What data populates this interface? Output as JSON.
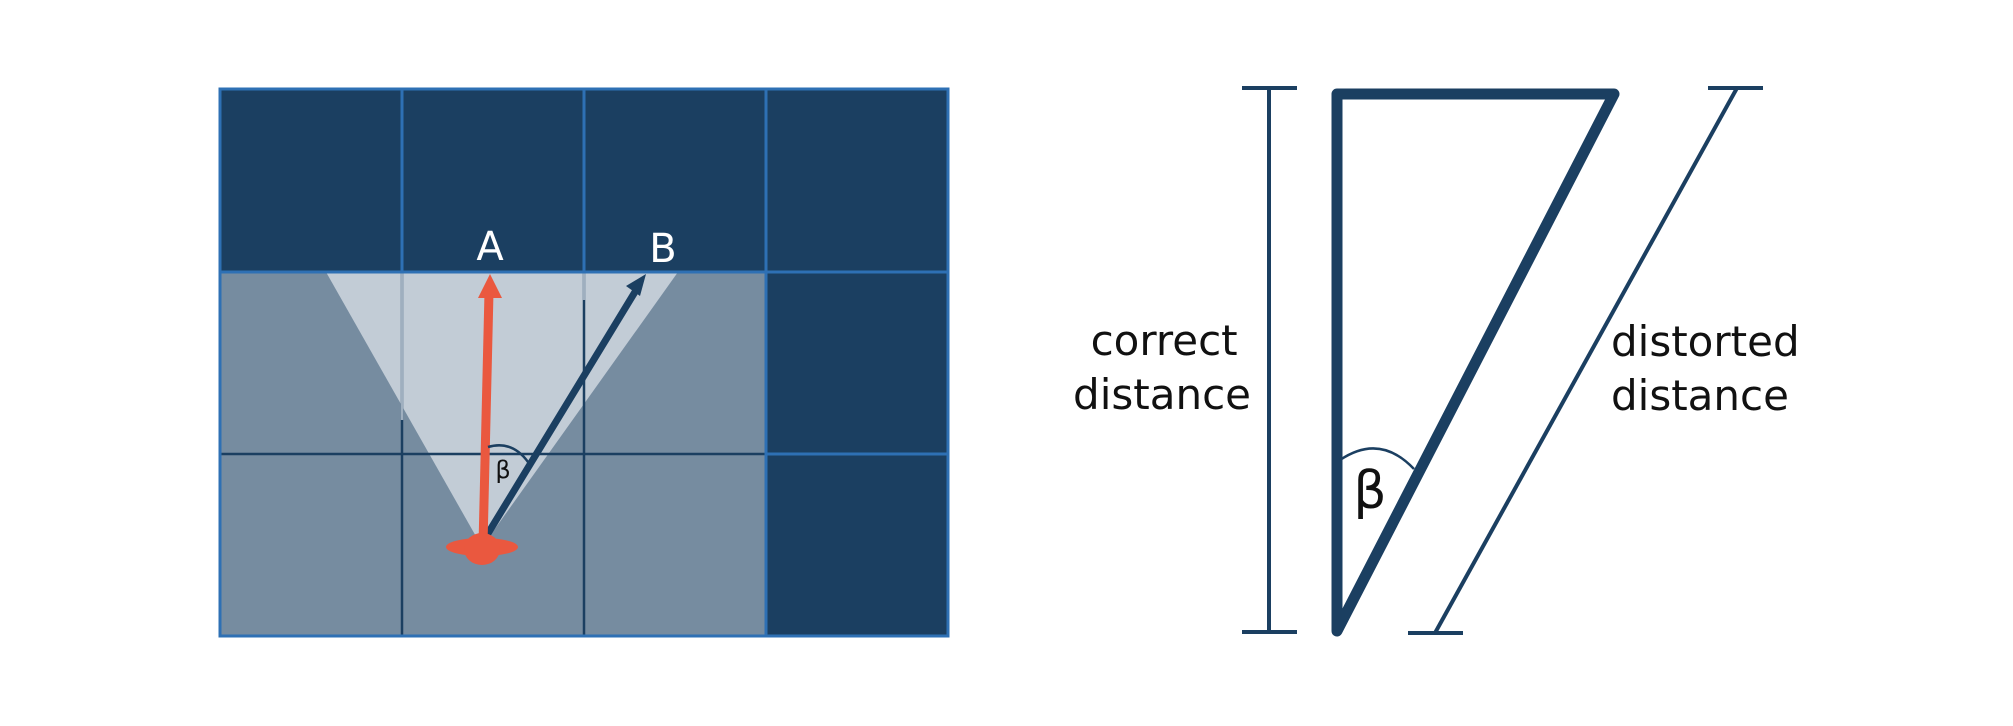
{
  "left_panel": {
    "label_a": "A",
    "label_b": "B",
    "angle_label": "β",
    "colors": {
      "wall": "#1b3f61",
      "floor": "#768ca0",
      "grid_line": "#1b3f61",
      "wall_border": "#2e70b4",
      "fov_cone": "#c2ccd6",
      "player": "#ea583f",
      "ray_b": "#1b3f61"
    }
  },
  "right_panel": {
    "correct_label_line1": "correct",
    "correct_label_line2": "distance",
    "distorted_label_line1": "distorted",
    "distorted_label_line2": "distance",
    "angle_label": "β",
    "colors": {
      "stroke": "#1b3f61",
      "text": "#111111"
    }
  }
}
